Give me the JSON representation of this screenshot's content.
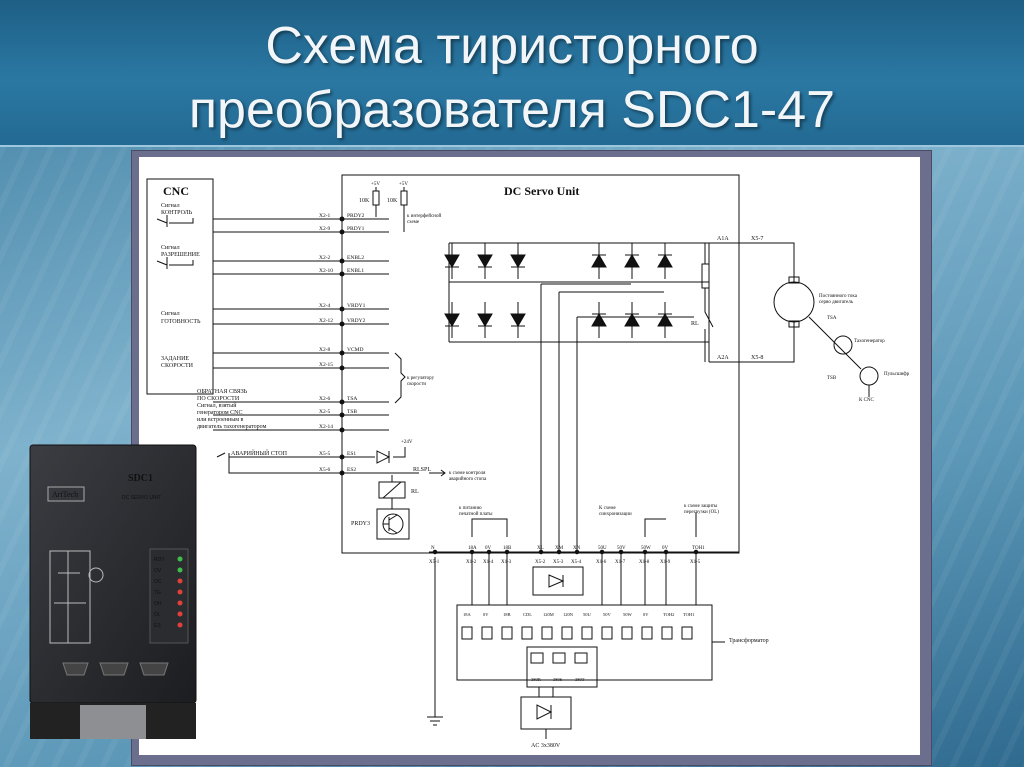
{
  "slide": {
    "title_line1": "Схема тиристорного",
    "title_line2": "преобразователя SDC1-47"
  },
  "diagram": {
    "cnc_label": "CNC",
    "unit_label": "DC Servo Unit",
    "signals": {
      "control": [
        "Сигнал",
        "КОНТРОЛЬ"
      ],
      "enable": [
        "Сигнал",
        "РАЗРЕШЕНИЕ"
      ],
      "ready": [
        "Сигнал",
        "ГОТОВНОСТЬ"
      ],
      "speed": [
        "ЗАДАНИЕ",
        "СКОРОСТИ"
      ],
      "feedback": [
        "ОБРАТНАЯ СВЯЗЬ",
        "ПО СКОРОСТИ",
        "Сигнал, взятый",
        "генератором CNC",
        "или встроенным в",
        "двигатель тахогенератором"
      ],
      "estop": "АВАРИЙНЫЙ СТОП"
    },
    "pins": [
      {
        "pin": "X2-1",
        "net": "PRDY2"
      },
      {
        "pin": "X2-9",
        "net": "PRDY1"
      },
      {
        "pin": "X2-2",
        "net": "ENBL2"
      },
      {
        "pin": "X2-10",
        "net": "ENBL1"
      },
      {
        "pin": "X2-4",
        "net": "VRDY1"
      },
      {
        "pin": "X2-12",
        "net": "VRDY2"
      },
      {
        "pin": "X2-8",
        "net": "VCMD"
      },
      {
        "pin": "X2-15",
        "net": ""
      },
      {
        "pin": "X2-6",
        "net": "TSA"
      },
      {
        "pin": "X2-5",
        "net": "TSB"
      },
      {
        "pin": "X2-14",
        "net": ""
      },
      {
        "pin": "X5-5",
        "net": "ES1"
      },
      {
        "pin": "X5-6",
        "net": "ES2"
      }
    ],
    "notes": {
      "interface": [
        "к интерфейсной",
        "схеме"
      ],
      "regulator": [
        "к регулятору",
        "скорости"
      ],
      "estop_ctrl": [
        "к схеме контроля",
        "аварийного стопа"
      ],
      "supply": [
        "к питанию",
        "печатной платы"
      ],
      "sync": [
        "К схеме",
        "синхронизации"
      ],
      "overload": [
        "к схеме защиты",
        "перегрузки (OL)"
      ]
    },
    "resistors": [
      "10K",
      "10K"
    ],
    "supply_v": "+5V",
    "supply_v2": "+24V",
    "rlspl": "RLSPL",
    "rl": "RL",
    "prdy3": "PRDY3",
    "a1a": "A1A",
    "a2a": "A2A",
    "x57": "X5-7",
    "x58": "X5-8",
    "motor_label": [
      "Постоянного тока",
      "серво двигатель"
    ],
    "tsa": "TSA",
    "tsb": "TSB",
    "tacho_label": "Тахогенератор",
    "pulse_label": "Пульсшифр",
    "to_cnc": "К CNC",
    "bottom_nets": [
      "N",
      "18A",
      "0V",
      "18B",
      "XL",
      "XM",
      "XN",
      "50U",
      "50V",
      "50W",
      "0V",
      "TOH1"
    ],
    "bottom_pins": [
      "X5-1",
      "X1-2",
      "X1-4",
      "X1-3",
      "X5-2",
      "X5-3",
      "X5-4",
      "X1-6",
      "X1-7",
      "X1-8",
      "X1-9",
      "X1-5"
    ],
    "transformer_nets": [
      "18A",
      "0V",
      "18B",
      "CDL",
      "120M",
      "120N",
      "50U",
      "50V",
      "50W",
      "0V",
      "TOH2",
      "TOH1"
    ],
    "transformer_label": "Трансформатор",
    "primary_nets": [
      "380R",
      "380S",
      "380T"
    ],
    "ac_label": "AC 3x380V"
  },
  "device": {
    "brand": "ArtTech",
    "model": "SDC1",
    "subtitle": "DC SERVO UNIT",
    "leds": [
      "RDY",
      "OV",
      "OC",
      "TG",
      "OH",
      "OL",
      "ES"
    ]
  }
}
